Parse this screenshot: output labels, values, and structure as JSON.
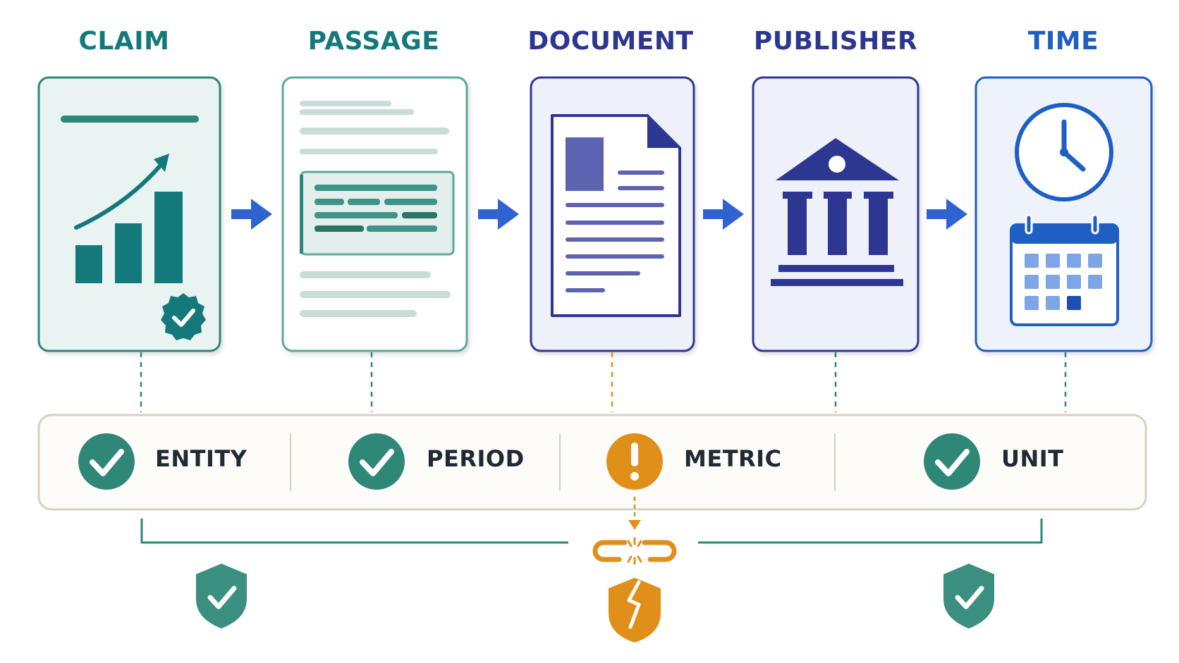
{
  "stages": [
    {
      "label": "CLAIM",
      "color": "#13797a"
    },
    {
      "label": "PASSAGE",
      "color": "#13797a"
    },
    {
      "label": "DOCUMENT",
      "color": "#2d3791"
    },
    {
      "label": "PUBLISHER",
      "color": "#2d3791"
    },
    {
      "label": "TIME",
      "color": "#1f5fc4"
    }
  ],
  "checks": [
    {
      "label": "ENTITY",
      "status": "pass"
    },
    {
      "label": "PERIOD",
      "status": "pass"
    },
    {
      "label": "METRIC",
      "status": "warning"
    },
    {
      "label": "UNIT",
      "status": "pass"
    }
  ],
  "colors": {
    "teal": "#2f8778",
    "indigo": "#2d3791",
    "blue": "#1f5fc4",
    "warning": "#e08f1a",
    "panel_border": "#d8d0c2"
  }
}
